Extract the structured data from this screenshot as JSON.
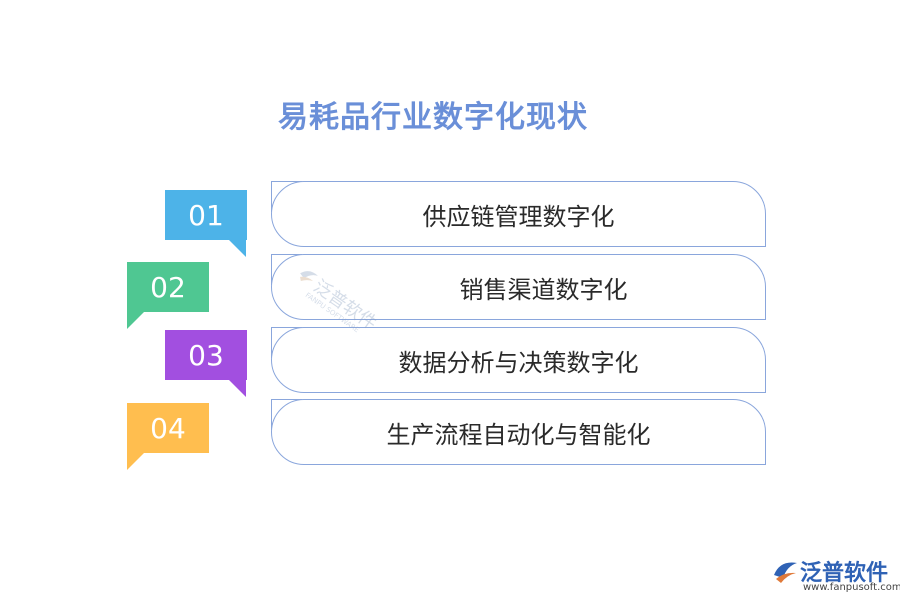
{
  "title": "易耗品行业数字化现状",
  "items": [
    {
      "num": "01",
      "label": "供应链管理数字化",
      "color": "#4db3e8"
    },
    {
      "num": "02",
      "label": "销售渠道数字化",
      "color": "#4fc792"
    },
    {
      "num": "03",
      "label": "数据分析与决策数字化",
      "color": "#a24fe0"
    },
    {
      "num": "04",
      "label": "生产流程自动化与智能化",
      "color": "#ffbe4f"
    }
  ],
  "watermark": {
    "text": "泛普软件",
    "sub": "FANPU SOFTWARE"
  },
  "logo": {
    "name": "泛普软件",
    "url": "www.fanpusoft.com"
  }
}
